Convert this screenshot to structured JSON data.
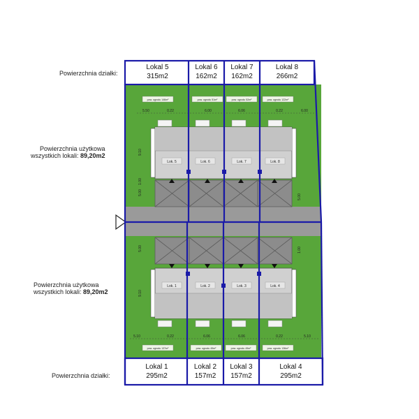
{
  "colors": {
    "grass": "#58a63a",
    "grass_dark": "#3f8a2a",
    "road": "#9a9a9a",
    "paving": "#8c8c8c",
    "roof": "#c8c8c8",
    "border_blue": "#1a1aa8",
    "plot_line": "#6a6adb"
  },
  "labels": {
    "plot_area_label": "Powierzchnia działki:",
    "usable_area_label_line1": "Powierzchnia użytkowa",
    "usable_area_label_line2": "wszystkich lokali:",
    "usable_area_value": "89,20m2"
  },
  "top_units": [
    {
      "name": "Lokal 5",
      "area": "315m2"
    },
    {
      "name": "Lokal 6",
      "area": "162m2"
    },
    {
      "name": "Lokal 7",
      "area": "162m2"
    },
    {
      "name": "Lokal 8",
      "area": "266m2"
    }
  ],
  "bottom_units": [
    {
      "name": "Lokal 1",
      "area": "295m2"
    },
    {
      "name": "Lokal 2",
      "area": "157m2"
    },
    {
      "name": "Lokal 3",
      "area": "157m2"
    },
    {
      "name": "Lokal 4",
      "area": "295m2"
    }
  ],
  "top_unit_tags": [
    "Lok. 5",
    "Lok. 6",
    "Lok. 7",
    "Lok. 8"
  ],
  "bottom_unit_tags": [
    "Lok. 1",
    "Lok. 2",
    "Lok. 3",
    "Lok. 4"
  ],
  "top_garden_tags": [
    "pow. ogrodu 146m²",
    "pow. ogrodu 51m²",
    "pow. ogrodu 52m²",
    "pow. ogrodu 122m²"
  ],
  "bottom_garden_tags": [
    "pow. ogrodu 137m²",
    "pow. ogrodu 49m²",
    "pow. ogrodu 49m²",
    "pow. ogrodu 136m²"
  ],
  "top_dims": [
    "5.50",
    "0.22",
    "6.00",
    "6.06",
    "0.22",
    "6.00"
  ],
  "bottom_dims": [
    "5.10",
    "0.22",
    "6.06",
    "6.06",
    "0.22",
    "5.10"
  ],
  "side_dims": [
    "9.10",
    "5.00",
    "1.00",
    "5.00",
    "5.00",
    "9.10",
    "1.00"
  ]
}
